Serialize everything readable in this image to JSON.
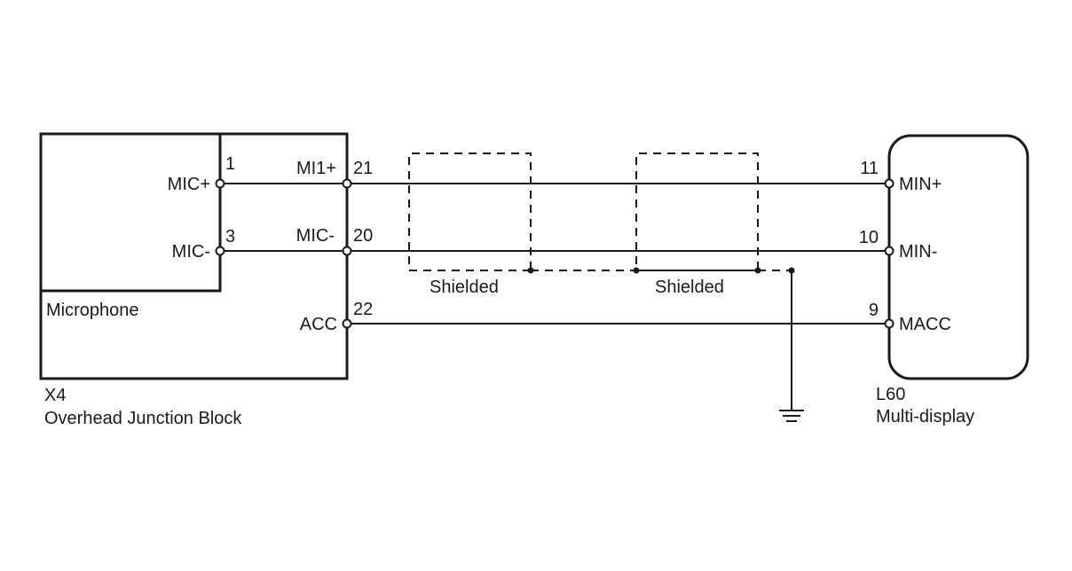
{
  "microphone": {
    "name": "Microphone",
    "pins": [
      {
        "number": "1",
        "label": "MIC+"
      },
      {
        "number": "3",
        "label": "MIC-"
      }
    ]
  },
  "junction_block": {
    "code": "X4",
    "name": "Overhead Junction Block",
    "pins": [
      {
        "number": "21",
        "label": "MI1+"
      },
      {
        "number": "20",
        "label": "MIC-"
      },
      {
        "number": "22",
        "label": "ACC"
      }
    ]
  },
  "multi_display": {
    "code": "L60",
    "name": "Multi-display",
    "pins": [
      {
        "number": "11",
        "label": "MIN+"
      },
      {
        "number": "10",
        "label": "MIN-"
      },
      {
        "number": "9",
        "label": "MACC"
      }
    ]
  },
  "shields": [
    {
      "label": "Shielded"
    },
    {
      "label": "Shielded"
    }
  ]
}
